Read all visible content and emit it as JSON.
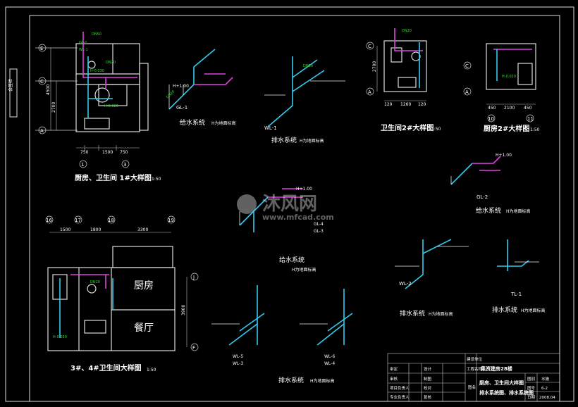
{
  "sheet": {
    "side_label": "会签栏",
    "panel_1": {
      "title": "厨房、卫生间 1#大样图",
      "scale": "1:50",
      "axes": [
        "E",
        "C",
        "A",
        "1",
        "3"
      ],
      "dims_v": [
        "4500",
        "2700"
      ],
      "dims_h": [
        "750",
        "1500",
        "750"
      ],
      "tags": [
        "GL-1",
        "WL-1",
        "DN20",
        "DN50",
        "H-0.030",
        "H-0.020"
      ]
    },
    "panel_2": {
      "system_label": "给水系统",
      "note": "H为地面标高",
      "tag": "GL-1",
      "level_tag": "H+1.00"
    },
    "panel_3": {
      "system_label": "排水系统",
      "note": "H为地面标高",
      "tag": "WL-1"
    },
    "panel_4": {
      "title": "卫生间2#大样图",
      "scale": "1:50",
      "axes": [
        "C",
        "A"
      ],
      "dims_h": [
        "120",
        "1260",
        "120"
      ],
      "dim_v": "2700",
      "tag": "DN20"
    },
    "panel_5": {
      "title": "厨房2#大样图",
      "scale": "1:50",
      "axes": [
        "C",
        "A",
        "10",
        "11"
      ],
      "dims_h": [
        "450",
        "2100",
        "450"
      ],
      "tag": "H-0.020"
    },
    "panel_6": {
      "system_label": "给水系统",
      "note": "H为地面标高",
      "tag": "GL-2",
      "level_tag": "H+1.00"
    },
    "panel_7": {
      "system_label": "给水系统",
      "note": "H为地面标高",
      "tags": [
        "GL-4",
        "GL-3"
      ],
      "level_tag": "H+1.00"
    },
    "panel_8": {
      "system_label": "排水系统",
      "note": "H为地面标高",
      "tag": "WL-2"
    },
    "panel_9": {
      "system_label": "排水系统",
      "note": "H为地面标高",
      "tag": "TL-1"
    },
    "panel_10": {
      "title": "3#、4#卫生间大样图",
      "scale": "1:50",
      "axes": [
        "16",
        "17",
        "18",
        "19",
        "J",
        "F"
      ],
      "dims_h": [
        "1500",
        "1800",
        "3300"
      ],
      "dim_v": "3900",
      "rooms": [
        "厨房",
        "餐厅"
      ],
      "tags": [
        "H-0.030",
        "DN20"
      ]
    },
    "panel_11": {
      "system_label": "排水系统",
      "note": "H为地面标高",
      "tags": [
        "WL-5",
        "WL-3",
        "WL-6",
        "WL-4"
      ]
    },
    "watermark": {
      "brand": "沐风网",
      "url": "www.mfcad.com"
    },
    "title_block": {
      "company_label": "建设单位",
      "project_label": "工程名称",
      "project_name": "集资建房28楼",
      "drawing_label": "图名",
      "drawing_name_1": "厨房、卫生间大样图",
      "drawing_name_2": "排水系统图、排水系统图",
      "role_labels": [
        "审定",
        "审核",
        "项目负责人",
        "专业负责人"
      ],
      "role_labels_2": [
        "设计",
        "制图",
        "校对",
        "复核"
      ],
      "meta_labels": [
        "图别",
        "图号",
        "日期"
      ],
      "meta_values": [
        "水施",
        "6-2",
        "2008.04"
      ]
    }
  }
}
